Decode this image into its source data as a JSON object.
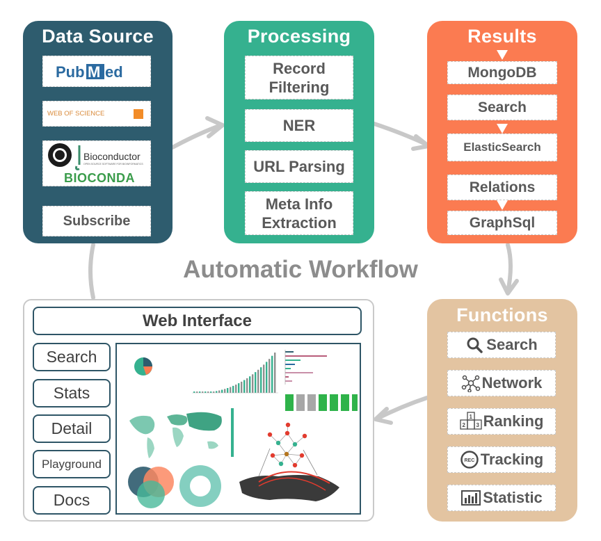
{
  "title": "Automatic Workflow",
  "colors": {
    "data_source": "#2e5c6e",
    "processing": "#35b18f",
    "results": "#fb7b51",
    "functions": "#e3c4a1",
    "web_border": "#bfbfbf",
    "web_dark": "#2e5566",
    "arrow": "#c8c8c8"
  },
  "data_source": {
    "title": "Data Source",
    "logos": {
      "pubmed": "PubMed",
      "wos": "WEB OF SCIENCE",
      "bioconductor": "Bioconductor",
      "bioconductor_tagline": "OPEN SOURCE SOFTWARE FOR BIOINFORMATICS",
      "bioconda": "BIOCONDA"
    },
    "subscribe": "Subscribe"
  },
  "processing": {
    "title": "Processing",
    "items": [
      "Record Filtering",
      "NER",
      "URL Parsing",
      "Meta Info Extraction"
    ]
  },
  "results": {
    "title": "Results",
    "items": [
      "MongoDB",
      "Search",
      "ElasticSearch",
      "Relations",
      "GraphSql"
    ]
  },
  "functions": {
    "title": "Functions",
    "items": [
      {
        "label": "Search",
        "icon": "magnifier-icon"
      },
      {
        "label": "Network",
        "icon": "network-icon"
      },
      {
        "label": "Ranking",
        "icon": "ranking-icon"
      },
      {
        "label": "Tracking",
        "icon": "rec-icon"
      },
      {
        "label": "Statistic",
        "icon": "bar-chart-icon"
      }
    ]
  },
  "web": {
    "title": "Web Interface",
    "menu": [
      "Search",
      "Stats",
      "Detail",
      "Playground",
      "Docs"
    ]
  }
}
